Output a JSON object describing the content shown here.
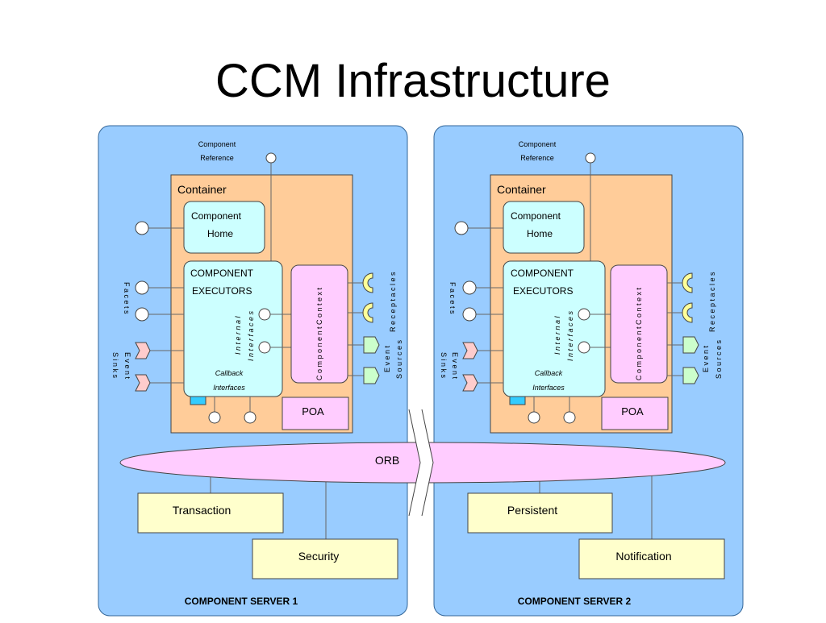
{
  "slide": {
    "title": "CCM Infrastructure"
  },
  "colors": {
    "server_bg": "#99ccff",
    "container_bg": "#ffcc99",
    "component_bg": "#ccffff",
    "context_bg": "#ffccff",
    "orb_bg": "#ffccff",
    "service_bg": "#ffffcc",
    "receptacle_fill": "#ffff99",
    "event_source_fill": "#ccffcc",
    "event_sink_fill": "#ffcccc",
    "cyan_tab": "#33ccff"
  },
  "orb": {
    "label": "ORB"
  },
  "servers": [
    {
      "title": "COMPONENT SERVER 1",
      "component_reference": [
        "Component",
        "Reference"
      ],
      "container_label": "Container",
      "home_label": [
        "Component",
        "Home"
      ],
      "executors_label": [
        "COMPONENT",
        "EXECUTORS"
      ],
      "internal_interfaces": [
        "I n t e r n a l",
        "I n t e r f a c e s"
      ],
      "callback_interfaces": [
        "Callback",
        "Interfaces"
      ],
      "context_label": "C o m p o n e n t   C o n t e x t",
      "poa_label": "POA",
      "facets_label": "F a c e t s",
      "event_sinks_label": [
        "E v e n t",
        "S i n k s"
      ],
      "receptacles_label": "R e c e p t a c l e s",
      "event_sources_label": [
        "E v e n t",
        "S o u r c e s"
      ],
      "services": [
        "Transaction",
        "Security"
      ]
    },
    {
      "title": "COMPONENT SERVER 2",
      "component_reference": [
        "Component",
        "Reference"
      ],
      "container_label": "Container",
      "home_label": [
        "Component",
        "Home"
      ],
      "executors_label": [
        "COMPONENT",
        "EXECUTORS"
      ],
      "internal_interfaces": [
        "I n t e r n a l",
        "I n t e r f a c e s"
      ],
      "callback_interfaces": [
        "Callback",
        "Interfaces"
      ],
      "context_label": "C o m p o n e n t   C o n t e x t",
      "poa_label": "POA",
      "facets_label": "F a c e t s",
      "event_sinks_label": [
        "E v e n t",
        "S i n k s"
      ],
      "receptacles_label": "R e c e p t a c l e s",
      "event_sources_label": [
        "E v e n t",
        "S o u r c e s"
      ],
      "services": [
        "Persistent",
        "Notification"
      ]
    }
  ]
}
